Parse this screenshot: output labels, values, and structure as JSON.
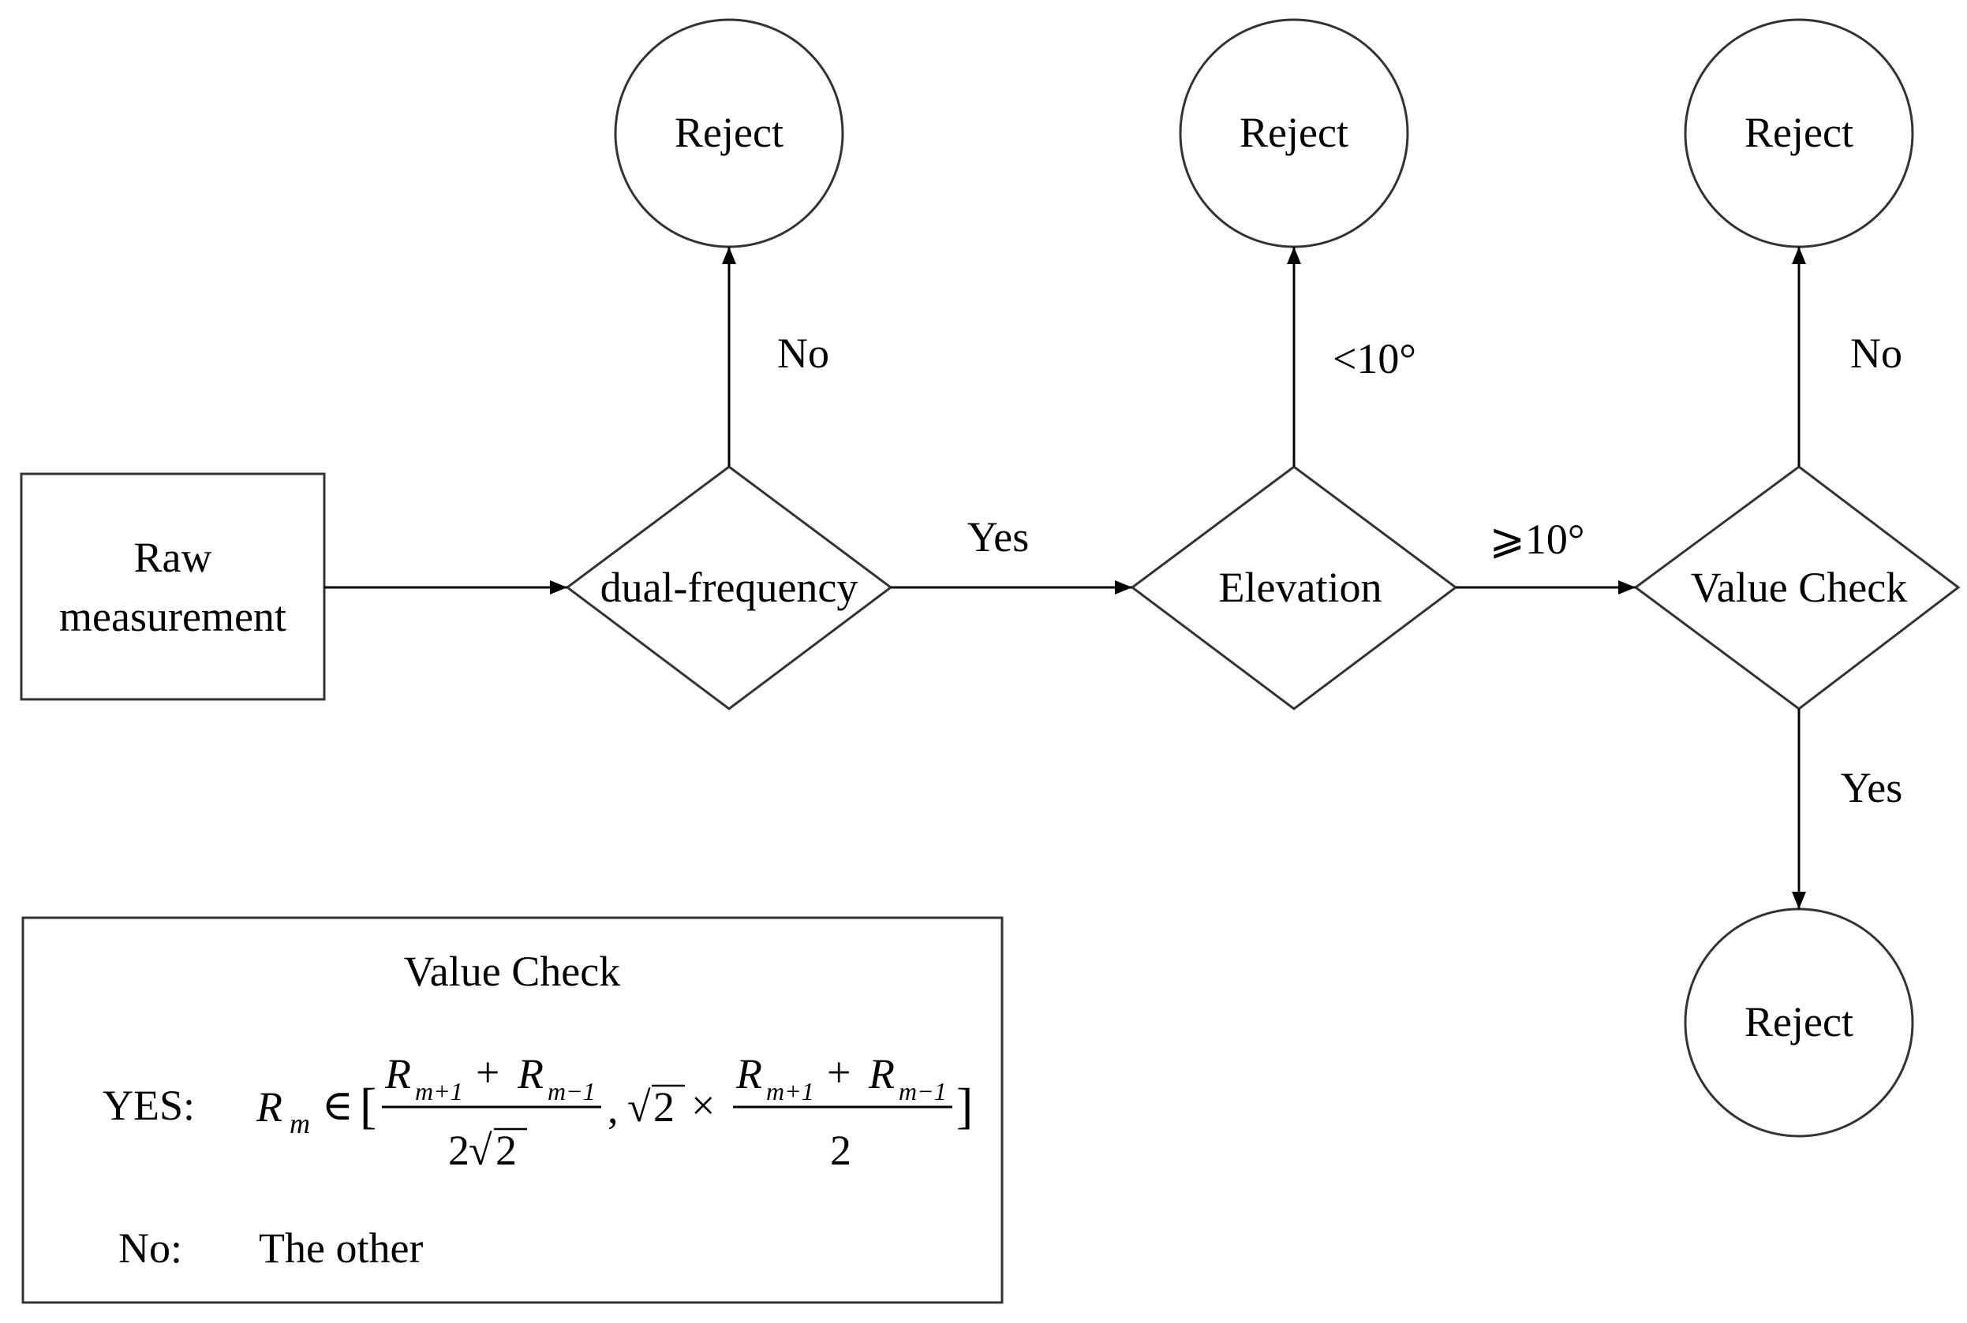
{
  "start": {
    "line1": "Raw",
    "line2": "measurement"
  },
  "decisions": {
    "dual": "dual-frequency",
    "elevation": "Elevation",
    "value": "Value Check"
  },
  "rejects": {
    "r1": "Reject",
    "r2": "Reject",
    "r3": "Reject",
    "r4": "Reject"
  },
  "edges": {
    "dual_no": "No",
    "dual_yes": "Yes",
    "elev_low": "<10°",
    "elev_high": "⩾10°",
    "value_no": "No",
    "value_yes": "Yes"
  },
  "legend": {
    "title": "Value Check",
    "yes_label": "YES:",
    "no_label": "No:",
    "no_text": "The other",
    "yes_formula": {
      "R": "R",
      "m": "m",
      "in": "∈",
      "open": "[",
      "close": "]",
      "num_a": "R",
      "num_a_sub": "m+1",
      "plus": "+",
      "num_b": "R",
      "num_b_sub": "m−1",
      "den1_2": "2",
      "den1_sqrt": "√",
      "den1_inner": "2",
      "comma": ",",
      "sqrt_sym": "√",
      "sqrt_inner": "2",
      "times": "×",
      "den2": "2"
    }
  }
}
